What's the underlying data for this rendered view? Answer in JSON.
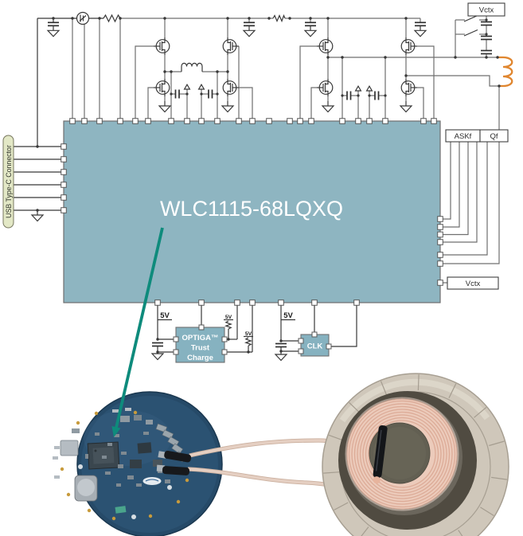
{
  "chip": {
    "label": "WLC1115-68LQXQ"
  },
  "usb_connector": {
    "label": "USB Type-C Connector"
  },
  "blocks": {
    "vctx_top": "Vctx",
    "askf": "ASKf",
    "qf": "Qf",
    "vctx_right": "Vctx",
    "optiga_line1": "OPTIGA™",
    "optiga_line2": "Trust",
    "optiga_line3": "Charge",
    "clk": "CLK"
  },
  "net_labels": {
    "v5_left": "5V",
    "v5_pullup1": "5V",
    "v5_pullup2": "5V",
    "v5_clk": "5V"
  },
  "colors": {
    "chip_fill": "#8eb5c1",
    "block_fill": "#86b2c0",
    "wire_gray": "#6f6f6f",
    "symbol_dark": "#383838",
    "usb_fill": "#e3e8c6",
    "coil_orange": "#e0862f",
    "arrow_teal": "#0e8b7c",
    "pcb_blue": "#274b69",
    "copper_pink": "#eccbbb"
  }
}
